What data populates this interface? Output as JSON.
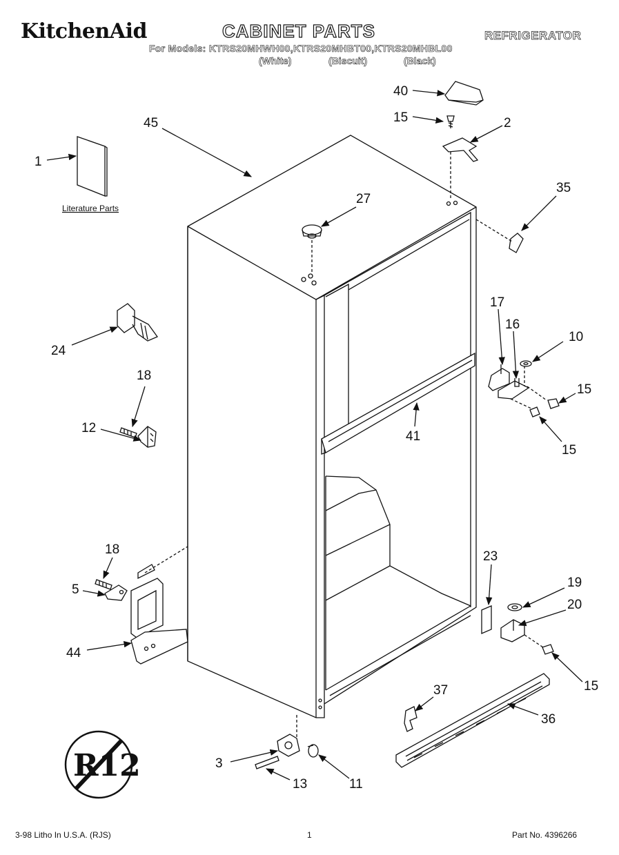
{
  "header": {
    "brand": "KitchenAid",
    "title": "CABINET PARTS",
    "category": "REFRIGERATOR",
    "models_line": "For Models: KTRS20MHWH00,KTRS20MHBT00,KTRS20MHBL00",
    "colors": [
      "(White)",
      "(Biscuit)",
      "(Black)"
    ]
  },
  "diagram": {
    "literature_label": "Literature Parts",
    "seal_text": "R12",
    "callouts": {
      "p40": "40",
      "p15a": "15",
      "p2": "2",
      "p45": "45",
      "p1": "1",
      "p35": "35",
      "p27": "27",
      "p24": "24",
      "p17": "17",
      "p16": "16",
      "p10": "10",
      "p15b": "15",
      "p15c": "15",
      "p18a": "18",
      "p12": "12",
      "p41": "41",
      "p18b": "18",
      "p5": "5",
      "p23": "23",
      "p19": "19",
      "p20": "20",
      "p44": "44",
      "p15d": "15",
      "p37": "37",
      "p36": "36",
      "p3": "3",
      "p13": "13",
      "p11": "11"
    }
  },
  "footer": {
    "left": "3-98 Litho In U.S.A. (RJS)",
    "page": "1",
    "part_no": "Part No. 4396266"
  }
}
